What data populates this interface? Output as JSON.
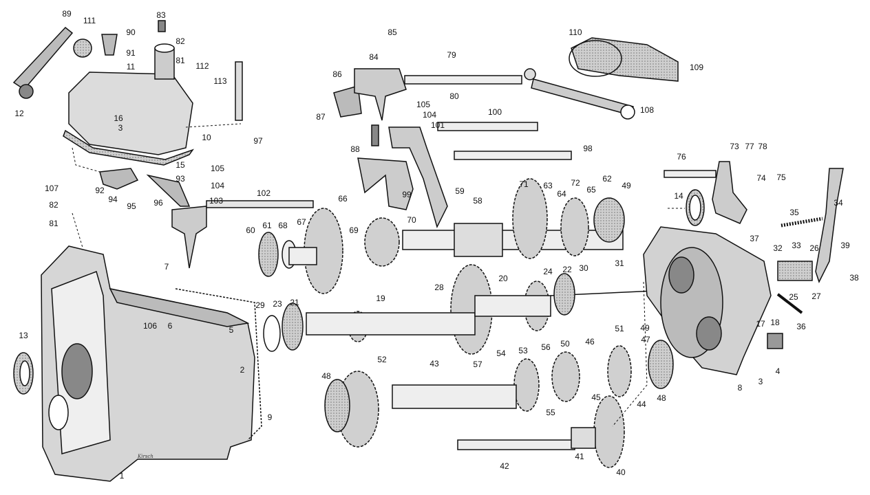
{
  "title": "Gearbox exploded parts diagram",
  "signature": "Kirsch",
  "labels": [
    "89",
    "111",
    "90",
    "83",
    "82",
    "81",
    "91",
    "11",
    "112",
    "113",
    "12",
    "16",
    "3",
    "10",
    "97",
    "15",
    "85",
    "84",
    "79",
    "110",
    "109",
    "86",
    "80",
    "105",
    "104",
    "87",
    "101",
    "100",
    "108",
    "88",
    "98",
    "76",
    "73",
    "77",
    "78",
    "105",
    "104",
    "92",
    "94",
    "95",
    "96",
    "93",
    "103",
    "102",
    "107",
    "82",
    "81",
    "99",
    "59",
    "66",
    "58",
    "71",
    "63",
    "64",
    "72",
    "65",
    "62",
    "49",
    "14",
    "74",
    "75",
    "34",
    "35",
    "61",
    "68",
    "67",
    "69",
    "70",
    "60",
    "37",
    "32",
    "33",
    "26",
    "39",
    "38",
    "31",
    "7",
    "28",
    "20",
    "24",
    "22",
    "30",
    "25",
    "27",
    "19",
    "29",
    "23",
    "21",
    "106",
    "6",
    "5",
    "36",
    "13",
    "49",
    "51",
    "47",
    "17",
    "18",
    "46",
    "50",
    "56",
    "53",
    "54",
    "57",
    "43",
    "52",
    "2",
    "3",
    "4",
    "8",
    "48",
    "45",
    "44",
    "48",
    "55",
    "9",
    "41",
    "42",
    "40",
    "1"
  ]
}
